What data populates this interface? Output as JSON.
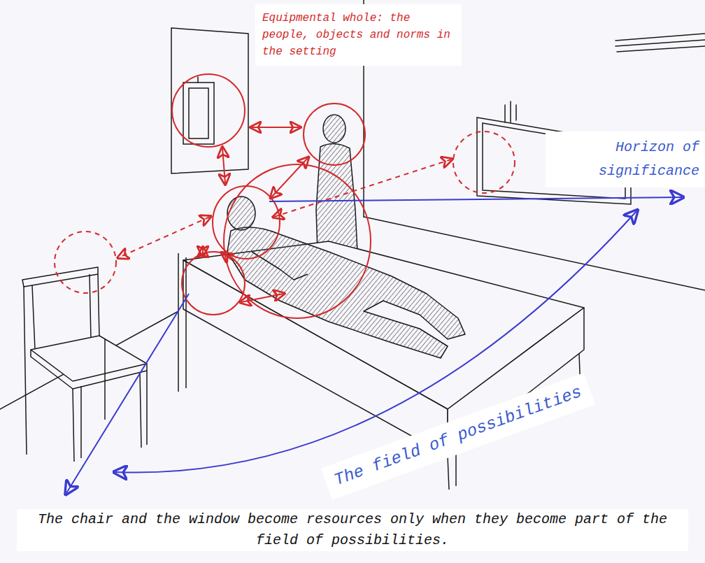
{
  "diagram": {
    "caption": "The chair and the window become resources only when they become part of the field of possibilities.",
    "labels": [
      "Equipmental whole: the people, objects and norms in the setting",
      "Horizon of significance",
      "The field of possibilities"
    ]
  }
}
